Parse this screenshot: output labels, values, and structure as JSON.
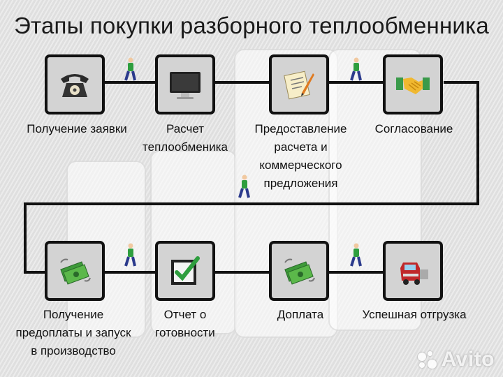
{
  "title": "Этапы покупки разборного теплообменника",
  "steps": [
    {
      "label": "Получение заявки",
      "icon": "telephone-icon"
    },
    {
      "label": "Расчет\nтеплообменика",
      "icon": "monitor-icon"
    },
    {
      "label": "Предоставление\nрасчета и\nкоммерческого\nпредложения",
      "icon": "document-quill-icon"
    },
    {
      "label": "Согласование",
      "icon": "handshake-icon"
    },
    {
      "label": "Получение\nпредоплаты и запуск\nв производство",
      "icon": "money-icon"
    },
    {
      "label": "Отчет о\nготовности",
      "icon": "checkbox-icon"
    },
    {
      "label": "Доплата",
      "icon": "money-icon"
    },
    {
      "label": "Успешная отгрузка",
      "icon": "truck-icon"
    }
  ],
  "watermark": "Avito",
  "colors": {
    "box_fill": "#d3d3d3",
    "outline": "#111111",
    "walker_shirt": "#2e9e3e",
    "walker_pants": "#2b3a8c"
  }
}
